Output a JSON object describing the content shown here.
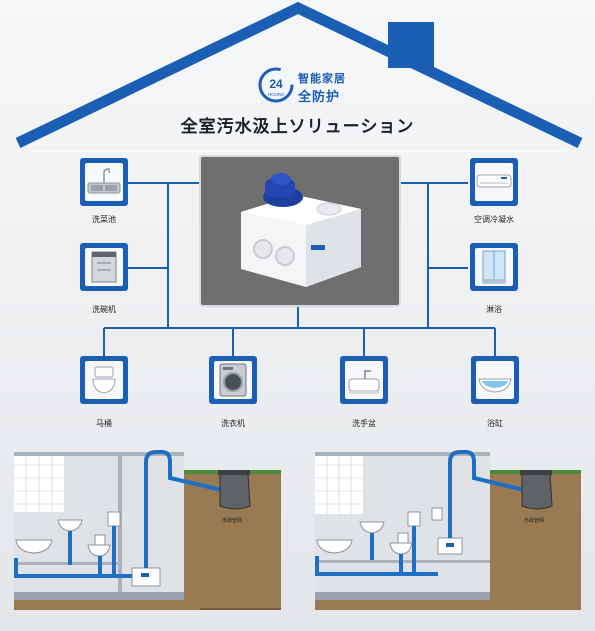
{
  "colors": {
    "brand": "#1a5fb4",
    "pipe": "#1f6fc4",
    "soil": "#8a6b45"
  },
  "badge": {
    "number": "24",
    "hours": "HOURS",
    "line1": "智能家居",
    "line2": "全防护"
  },
  "title": "全室汚水汲上ソリューション",
  "appliances": {
    "left_top": {
      "label": "洗菜池",
      "icon": "kitchen-sink-icon"
    },
    "left_mid": {
      "label": "洗碗机",
      "icon": "dishwasher-icon"
    },
    "right_top": {
      "label": "空调冷凝水",
      "icon": "air-conditioner-icon"
    },
    "right_mid": {
      "label": "淋浴",
      "icon": "shower-icon"
    },
    "bottom": [
      {
        "label": "马桶",
        "icon": "toilet-icon"
      },
      {
        "label": "洗衣机",
        "icon": "washing-machine-icon"
      },
      {
        "label": "洗手盆",
        "icon": "wash-basin-icon"
      },
      {
        "label": "浴缸",
        "icon": "bathtub-icon"
      }
    ]
  },
  "scenes": [
    {
      "sewer_label": "市政管网"
    },
    {
      "sewer_label": "市政管网"
    }
  ]
}
